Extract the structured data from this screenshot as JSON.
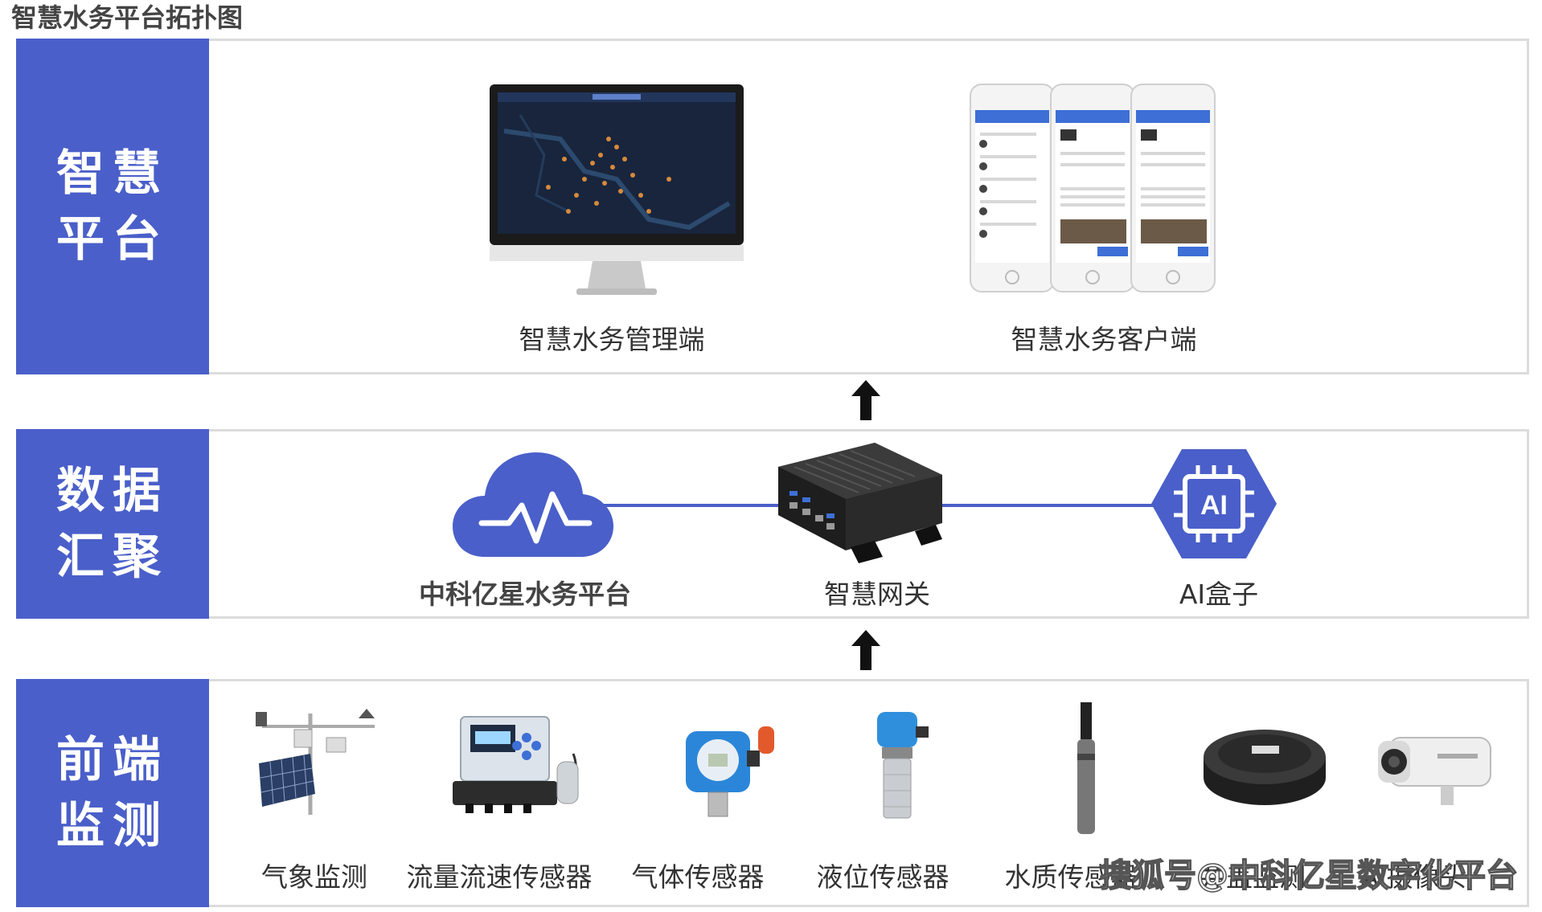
{
  "title": "智慧水务平台拓扑图",
  "layers": {
    "platform": {
      "label": "智慧平台",
      "items": [
        {
          "label": "智慧水务管理端",
          "icon": "monitor-dashboard-icon"
        },
        {
          "label": "智慧水务客户端",
          "icon": "mobile-app-icon"
        }
      ]
    },
    "aggregation": {
      "label": "数据汇聚",
      "items": [
        {
          "label": "中科亿星水务平台",
          "icon": "cloud-pulse-icon"
        },
        {
          "label": "智慧网关",
          "icon": "gateway-device-icon"
        },
        {
          "label": "AI盒子",
          "icon": "ai-chip-icon"
        }
      ]
    },
    "frontend": {
      "label": "前端监测",
      "items": [
        {
          "label": "气象监测",
          "icon": "weather-station-icon"
        },
        {
          "label": "流量流速传感器",
          "icon": "flow-sensor-icon"
        },
        {
          "label": "气体传感器",
          "icon": "gas-sensor-icon"
        },
        {
          "label": "液位传感器",
          "icon": "level-sensor-icon"
        },
        {
          "label": "水质传感器",
          "icon": "water-quality-probe-icon"
        },
        {
          "label": "井盖监测",
          "icon": "manhole-monitor-icon"
        },
        {
          "label": "AI摄像头",
          "icon": "camera-icon"
        }
      ]
    }
  },
  "watermark": "搜狐号@中科亿星数字化平台",
  "colors": {
    "accent": "#4a5fc9",
    "border": "#dcdcdc",
    "arrow": "#111111"
  }
}
